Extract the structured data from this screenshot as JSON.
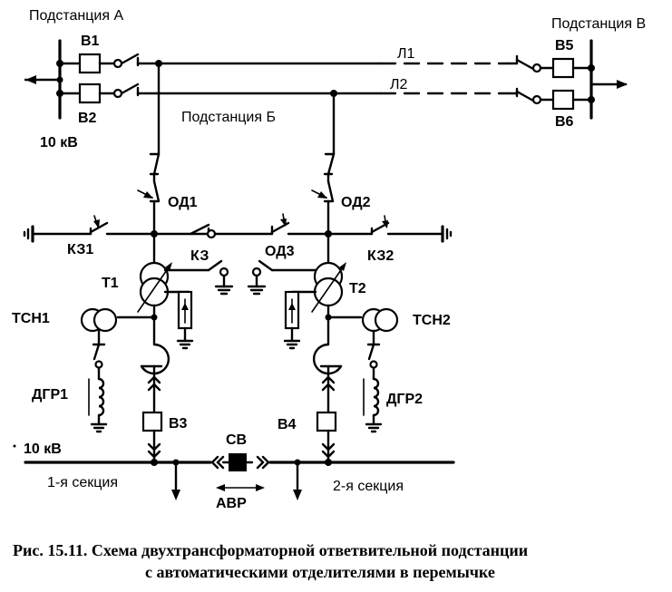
{
  "labels": {
    "substation_a": "Подстанция А",
    "substation_b": "Подстанция Б",
    "substation_v": "Подстанция В",
    "b1": "В1",
    "b2": "В2",
    "b3": "В3",
    "b4": "В4",
    "b5": "В5",
    "b6": "В6",
    "l1": "Л1",
    "l2": "Л2",
    "voltage_top": "10 кВ",
    "voltage_bottom": "10 кВ",
    "od1": "ОД1",
    "od2": "ОД2",
    "od3": "ОД3",
    "kz": "КЗ",
    "kz1": "КЗ1",
    "kz2": "КЗ2",
    "t1": "Т1",
    "t2": "Т2",
    "tsn1": "ТСН1",
    "tsn2": "ТСН2",
    "dgr1": "ДГР1",
    "dgr2": "ДГР2",
    "sv": "СВ",
    "avr": "АВР",
    "section1": "1-я секция",
    "section2": "2-я секция"
  },
  "caption": {
    "line1": "Рис. 15.11. Схема двухтрансформаторной ответвительной подстанции",
    "line2": "с автоматическими отделителями в перемычке"
  }
}
